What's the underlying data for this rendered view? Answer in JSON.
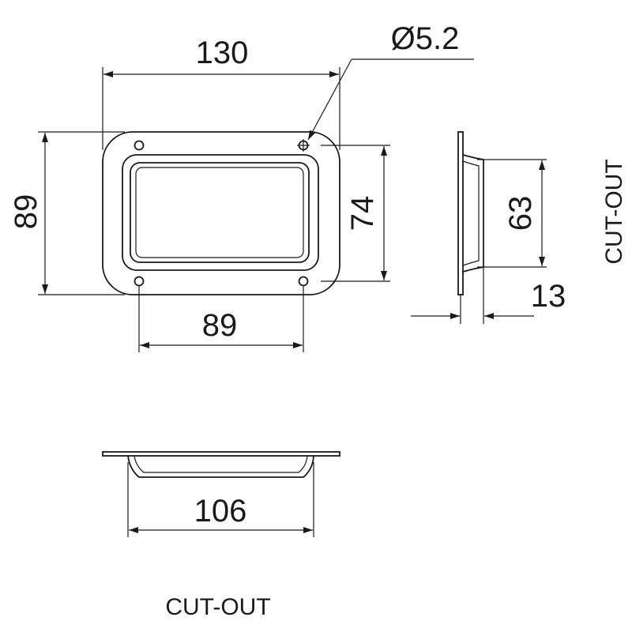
{
  "top_view": {
    "width_label": "130",
    "height_label": "89",
    "cutout_height_label": "74",
    "hole_spacing_label": "89",
    "hole_diameter_label": "Ø5.2"
  },
  "side_view": {
    "cutout_label": "63",
    "depth_label": "13",
    "caption": "CUT-OUT"
  },
  "bottom_view": {
    "cutout_width_label": "106",
    "caption": "CUT-OUT"
  }
}
